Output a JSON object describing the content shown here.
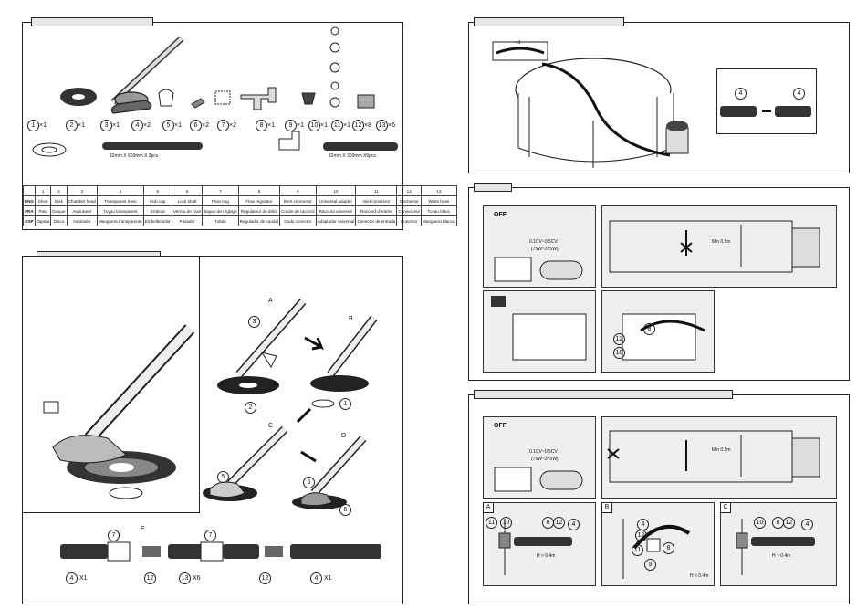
{
  "parts": {
    "items": [
      {
        "num": "1",
        "qty": "×1"
      },
      {
        "num": "2",
        "qty": "×1"
      },
      {
        "num": "3",
        "qty": "×1"
      },
      {
        "num": "4",
        "qty": "×2"
      },
      {
        "num": "5",
        "qty": "×1"
      },
      {
        "num": "6",
        "qty": "×2"
      },
      {
        "num": "7",
        "qty": "×2"
      },
      {
        "num": "8",
        "qty": "×1"
      },
      {
        "num": "9",
        "qty": "×1"
      },
      {
        "num": "10",
        "qty": "×1"
      },
      {
        "num": "11",
        "qty": "×1"
      },
      {
        "num": "12",
        "qty": "×8"
      },
      {
        "num": "13",
        "qty": "×6"
      }
    ],
    "hose_left": "32mm X 600mm X 2pcs",
    "hose_right": "32mm X 300mm X6pcs",
    "table": {
      "columns": [
        "",
        "1",
        "2",
        "3",
        "4",
        "5",
        "6",
        "7",
        "8",
        "9",
        "10",
        "11",
        "12",
        "13"
      ],
      "rows": [
        [
          "ENG",
          "Shoe",
          "Disk",
          "Chamber head",
          "Transparent hose",
          "Hub cap",
          "Lock shaft",
          "Flow ring",
          "Flow regulator",
          "Bent connector",
          "Universal adapter",
          "Inlet connector",
          "Connector",
          "White hose"
        ],
        [
          "FRA",
          "Pied",
          "Disque",
          "Aspirateur",
          "Tuyau transparent",
          "Embout",
          "Verrou de l'axe",
          "Bague de réglage",
          "Régulateur de débit",
          "Coude de raccord",
          "Raccord universel",
          "Raccord d'entrée",
          "Connecteur",
          "Tuyau blanc"
        ],
        [
          "ESP",
          "Zapata",
          "Disco",
          "Aspirador",
          "Manguera transparente",
          "Embellecedor",
          "Pasador",
          "Tubito",
          "Regulador de caudal",
          "Codo conector",
          "Adaptador universal",
          "Conector de entrada",
          "Conector",
          "Manguera blanca"
        ]
      ]
    }
  },
  "assembly": {
    "steps": [
      "A",
      "B",
      "C",
      "D",
      "E"
    ],
    "callouts": {
      "a": "3",
      "a2": "2",
      "b": "1",
      "c": "5",
      "d1": "6",
      "d2": "6"
    },
    "hose_chain": {
      "n1": "7",
      "n2": "7",
      "left": "4",
      "left_qty": "X1",
      "mid1": "12",
      "mid2": "13",
      "mid2_qty": "X6",
      "mid3": "12",
      "right": "4",
      "right_qty": "X1"
    }
  },
  "connect": {
    "hose_label": "×1",
    "detail_left": "4",
    "detail_right": "4"
  },
  "setup1": {
    "power": "OFF",
    "voltage": "0.1CV~0.5CV",
    "watts": "(75W~375W)",
    "min_depth": "Min 0.5m",
    "callout_12": "12",
    "callout_8": "8",
    "callout_10": "10"
  },
  "setup2": {
    "power": "OFF",
    "voltage": "0.1CV~0.5CV",
    "watts": "(75W~375W)",
    "min_depth": "Min 0.5m",
    "panel_a": "A",
    "panel_b": "B",
    "panel_c": "C",
    "height_a": "H > 0.4m",
    "height_b": "H < 0.4m",
    "height_c": "H > 0.4m",
    "a_callouts": [
      "11",
      "10",
      "8",
      "12",
      "4"
    ],
    "b_callouts": [
      "4",
      "12",
      "11",
      "8",
      "9"
    ],
    "c_callouts": [
      "10",
      "8",
      "12",
      "4"
    ]
  }
}
